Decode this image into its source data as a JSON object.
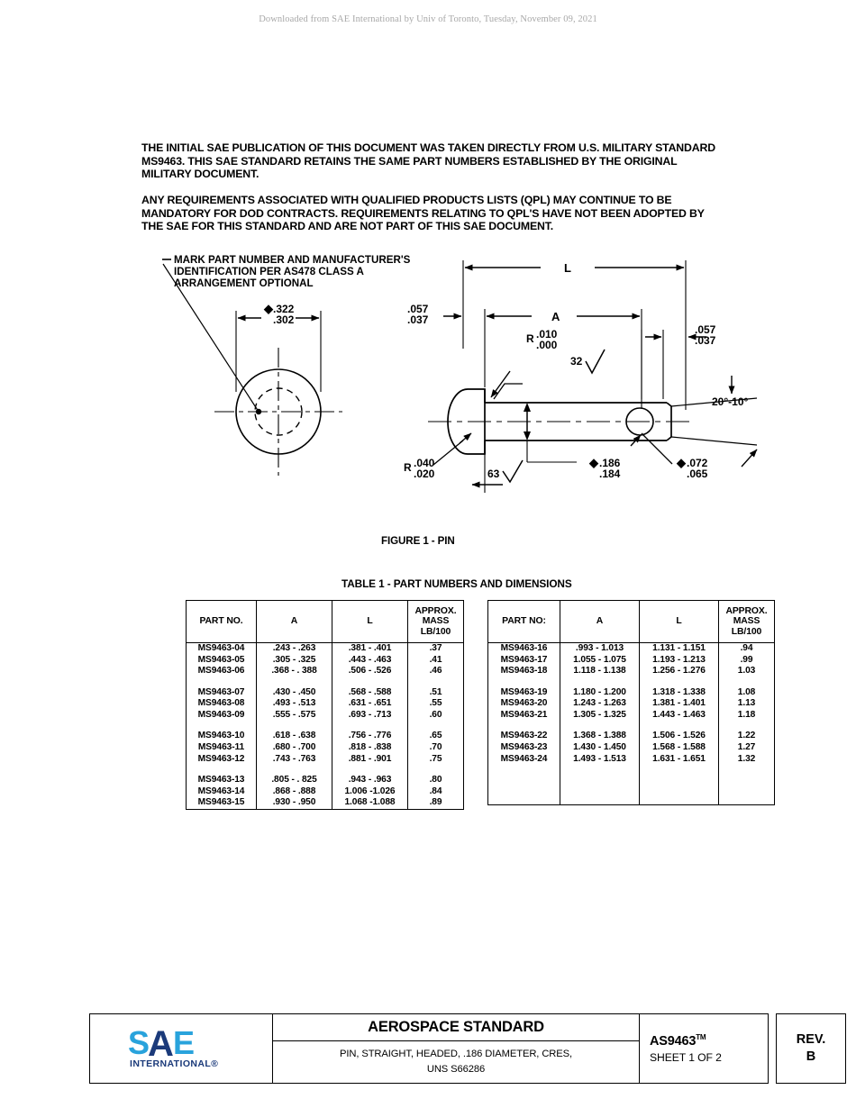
{
  "watermark": "Downloaded from SAE International by Univ of Toronto, Tuesday, November 09, 2021",
  "intro": {
    "para1_line1": "THE INITIAL SAE PUBLICATION OF THIS DOCUMENT WAS TAKEN DIRECTLY FROM U.S. MILITARY STANDARD",
    "para1_line2": "MS9463. THIS SAE STANDARD RETAINS THE SAME PART NUMBERS  ESTABLISHED BY THE ORIGINAL",
    "para1_line3": "MILITARY DOCUMENT.",
    "para2_line1": "ANY REQUIREMENTS ASSOCIATED WITH QUALIFIED PRODUCTS LISTS (QPL) MAY CONTINUE TO BE",
    "para2_line2": "MANDATORY FOR DOD CONTRACTS. REQUIREMENTS RELATING TO QPL'S HAVE NOT BEEN  ADOPTED BY",
    "para2_line3": "THE SAE FOR THIS STANDARD AND ARE NOT PART OF THIS SAE DOCUMENT."
  },
  "drawing": {
    "note_line1": "MARK PART NUMBER AND MANUFACTURER'S",
    "note_line2": "IDENTIFICATION PER AS478 CLASS A",
    "note_line3": "ARRANGEMENT OPTIONAL",
    "head_dia_max": ".322",
    "head_dia_min": ".302",
    "dia_symbol": "⌀",
    "length_label": "L",
    "a_label": "A",
    "head_thk_max": ".057",
    "head_thk_min": ".037",
    "end_chamfer_max": ".057",
    "end_chamfer_min": ".037",
    "fillet_r_label": "R",
    "fillet_r_max": ".010",
    "fillet_r_min": ".000",
    "head_r_label": "R",
    "head_r_max": ".040",
    "head_r_min": ".020",
    "finish_32": "32",
    "finish_63": "63",
    "angle": "20°-10°",
    "shank_dia_max": ".186",
    "shank_dia_min": ".184",
    "hole_dia_max": ".072",
    "hole_dia_min": ".065"
  },
  "figure_caption": "FIGURE 1 - PIN",
  "table_caption": "TABLE 1  -  PART NUMBERS AND DIMENSIONS",
  "table_left": {
    "headers": [
      "PART NO.",
      "A",
      "L",
      "APPROX. MASS LB/100"
    ],
    "header_mass_lines": [
      "APPROX.",
      "MASS",
      "LB/100"
    ],
    "rows": [
      [
        "MS9463-04",
        ".243  -  .263",
        ".381 -  .401",
        ".37"
      ],
      [
        "MS9463-05",
        ".305  -  .325",
        ".443 -  .463",
        ".41"
      ],
      [
        "MS9463-06",
        ".368  - . 388",
        ".506 -  .526",
        ".46"
      ],
      [
        "",
        "",
        "",
        ""
      ],
      [
        "MS9463-07",
        ".430  -  .450",
        ".568 -  .588",
        ".51"
      ],
      [
        "MS9463-08",
        ".493  -  .513",
        ".631 -  .651",
        ".55"
      ],
      [
        "MS9463-09",
        ".555  -  .575",
        ".693 -  .713",
        ".60"
      ],
      [
        "",
        "",
        "",
        ""
      ],
      [
        "MS9463-10",
        ".618  -  .638",
        ".756 -  .776",
        ".65"
      ],
      [
        "MS9463-11",
        ".680  -  .700",
        ".818 -  .838",
        ".70"
      ],
      [
        "MS9463-12",
        ".743  -  .763",
        ".881 -  .901",
        ".75"
      ],
      [
        "",
        "",
        "",
        ""
      ],
      [
        "MS9463-13",
        ".805  - . 825",
        ".943 -  .963",
        ".80"
      ],
      [
        "MS9463-14",
        ".868  -  .888",
        "1.006 -1.026",
        ".84"
      ],
      [
        "MS9463-15",
        ".930 -   .950",
        "1.068 -1.088",
        ".89"
      ]
    ]
  },
  "table_right": {
    "headers": [
      "PART NO:",
      "A",
      "L",
      "APPROX. MASS LB/100"
    ],
    "header_mass_lines": [
      "APPROX.",
      "MASS",
      "LB/100"
    ],
    "rows": [
      [
        "MS9463-16",
        ".993 - 1.013",
        "1.131 - 1.151",
        ".94"
      ],
      [
        "MS9463-17",
        "1.055 - 1.075",
        "1.193 - 1.213",
        ".99"
      ],
      [
        "MS9463-18",
        "1.118 - 1.138",
        "1.256 - 1.276",
        "1.03"
      ],
      [
        "",
        "",
        "",
        ""
      ],
      [
        "MS9463-19",
        "1.180 - 1.200",
        "1.318 - 1.338",
        "1.08"
      ],
      [
        "MS9463-20",
        "1.243 - 1.263",
        "1.381 - 1.401",
        "1.13"
      ],
      [
        "MS9463-21",
        "1.305 - 1.325",
        "1.443 - 1.463",
        "1.18"
      ],
      [
        "",
        "",
        "",
        ""
      ],
      [
        "MS9463-22",
        "1.368 - 1.388",
        "1.506 - 1.526",
        "1.22"
      ],
      [
        "MS9463-23",
        "1.430 - 1.450",
        "1.568 - 1.588",
        "1.27"
      ],
      [
        "MS9463-24",
        "1.493 - 1.513",
        "1.631 - 1.651",
        "1.32"
      ],
      [
        "",
        "",
        "",
        ""
      ],
      [
        "",
        "",
        "",
        ""
      ],
      [
        "",
        "",
        "",
        ""
      ],
      [
        "",
        "",
        "",
        ""
      ]
    ]
  },
  "footer": {
    "logo_text": "SAE",
    "logo_subtext": "INTERNATIONAL®",
    "logo_color_light": "#29A3DC",
    "logo_color_dark": "#1B3A7A",
    "title": "AEROSPACE STANDARD",
    "subtitle_line1": "PIN, STRAIGHT, HEADED, .186 DIAMETER, CRES,",
    "subtitle_line2": "UNS S66286",
    "doc_number": "AS9463",
    "doc_tm": "TM",
    "sheet": "SHEET 1 OF 2",
    "rev_label": "REV.",
    "rev_value": "B"
  }
}
